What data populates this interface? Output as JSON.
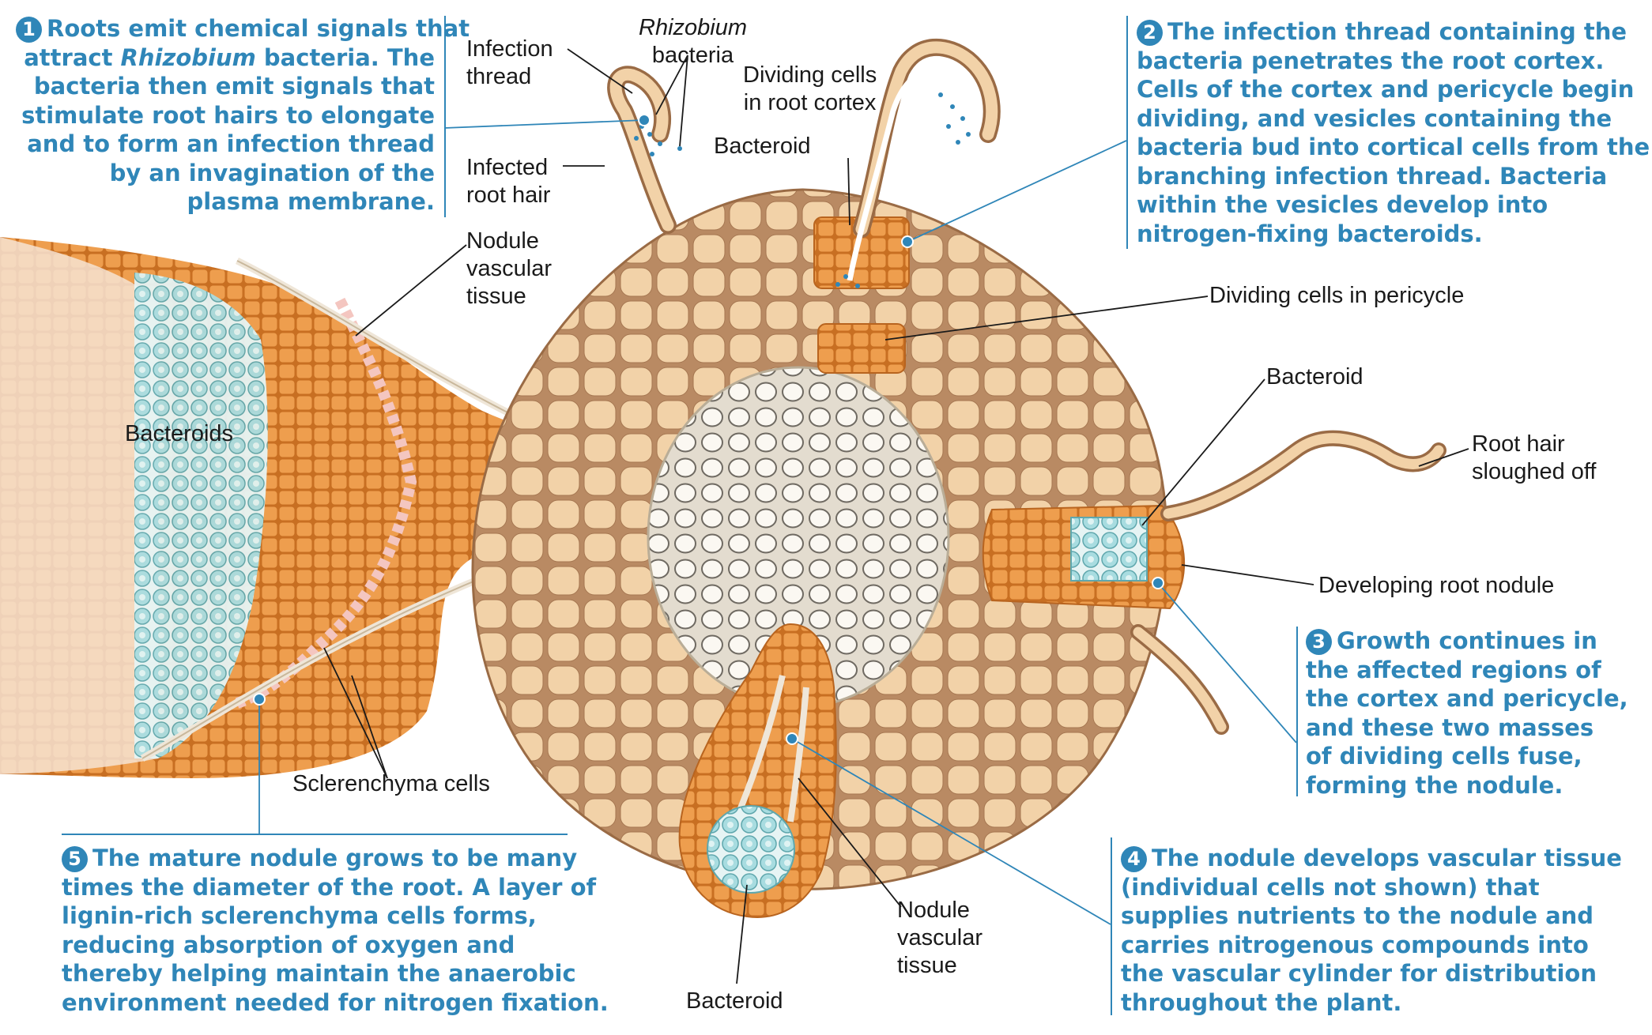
{
  "colors": {
    "accent_blue": "#2f86b8",
    "tissue_orange": "#e58f3c",
    "cortex_beige": "#f2d2a8",
    "cortex_brown": "#b98a63",
    "stele_gray": "#e3dccf",
    "bacteroid_teal": "#a8dce0"
  },
  "steps": [
    {
      "num": "1",
      "lines": [
        "Roots emit chemical signals that",
        "attract Rhizobium bacteria. The",
        "bacteria then emit signals that",
        "stimulate root hairs to elongate",
        "and to form an infection thread",
        "by an invagination of the",
        "plasma membrane."
      ]
    },
    {
      "num": "2",
      "lines": [
        "The infection thread containing the",
        "bacteria penetrates the root cortex.",
        "Cells of the cortex and pericycle begin",
        "dividing, and vesicles containing the",
        "bacteria bud into cortical cells from the",
        "branching infection thread. Bacteria",
        "within the vesicles develop into",
        "nitrogen-fixing bacteroids."
      ]
    },
    {
      "num": "3",
      "lines": [
        "Growth continues in",
        "the affected regions of",
        "the cortex and pericycle,",
        "and these two masses",
        "of dividing cells fuse,",
        "forming the nodule."
      ]
    },
    {
      "num": "4",
      "lines": [
        "The nodule develops vascular tissue",
        "(individual cells not shown) that",
        "supplies nutrients to the nodule and",
        "carries nitrogenous compounds into",
        "the vascular cylinder for distribution",
        "throughout the plant."
      ]
    },
    {
      "num": "5",
      "lines": [
        "The mature nodule grows to be many",
        "times the diameter of the root. A layer of",
        "lignin-rich sclerenchyma cells forms,",
        "reducing absorption of oxygen and",
        "thereby helping maintain the anaerobic",
        "environment needed for nitrogen fixation."
      ]
    }
  ],
  "labels": {
    "infection_thread": [
      "Infection",
      "thread"
    ],
    "rhizobium": [
      "Rhizobium",
      "bacteria"
    ],
    "dividing_cortex": [
      "Dividing cells",
      "in root cortex"
    ],
    "bacteroid_top": [
      "Bacteroid"
    ],
    "infected_hair": [
      "Infected",
      "root hair"
    ],
    "nodule_vascular_top": [
      "Nodule",
      "vascular",
      "tissue"
    ],
    "dividing_pericycle": [
      "Dividing cells in pericycle"
    ],
    "bacteroid_right": [
      "Bacteroid"
    ],
    "root_hair_sloughed": [
      "Root hair",
      "sloughed off"
    ],
    "bacteroids_left": [
      "Bacteroids"
    ],
    "developing_nodule": [
      "Developing root nodule"
    ],
    "sclerenchyma": [
      "Sclerenchyma cells"
    ],
    "nodule_vascular_bottom": [
      "Nodule",
      "vascular",
      "tissue"
    ],
    "bacteroid_bottom": [
      "Bacteroid"
    ]
  }
}
